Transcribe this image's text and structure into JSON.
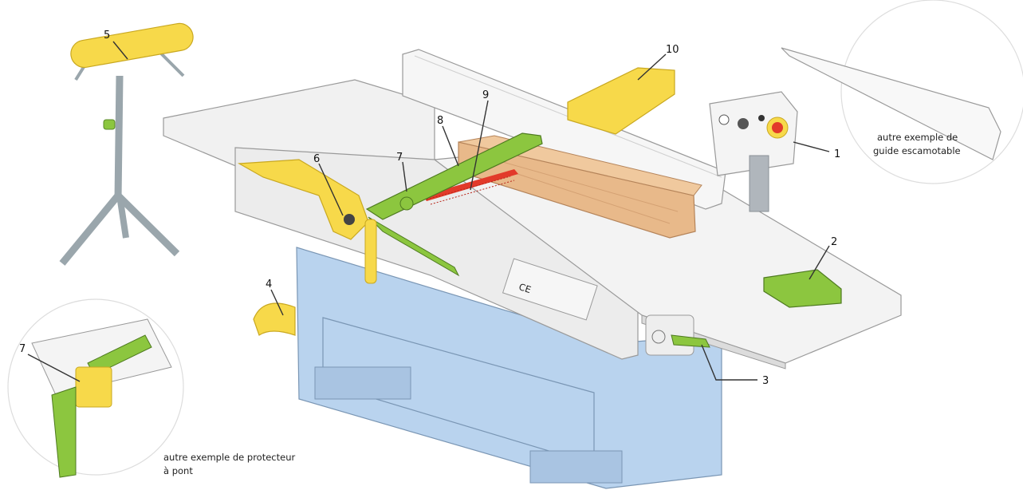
{
  "callouts": {
    "c1": "1",
    "c2": "2",
    "c3": "3",
    "c4": "4",
    "c5": "5",
    "c6": "6",
    "c7": "7",
    "c8": "8",
    "c9": "9",
    "c10": "10",
    "c7b": "7"
  },
  "inset_top": {
    "line1": "autre exemple de",
    "line2": "guide escamotable"
  },
  "inset_bottom": {
    "line1": "autre exemple de protecteur",
    "line2": "à pont"
  },
  "panel_mark": "CE",
  "colors": {
    "guard_green": "#8cc63f",
    "support_yellow": "#f7d94a",
    "base_blue": "#b9d3ee",
    "table_gray": "#f1f1f1",
    "wood": "#e8b98a",
    "stand_gray": "#9aa6ac",
    "stop_red": "#e23a2a"
  }
}
